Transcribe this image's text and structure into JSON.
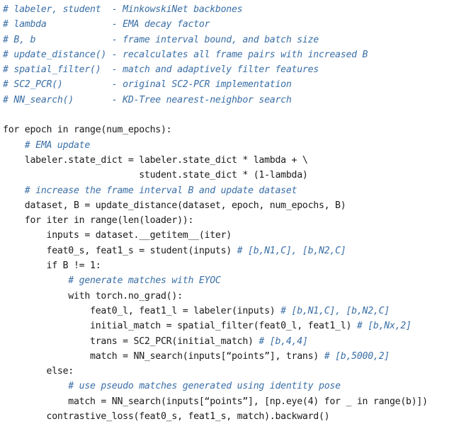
{
  "lines": [
    [
      [
        "c",
        "# labeler, student  - MinkowskiNet backbones"
      ]
    ],
    [
      [
        "c",
        "# lambda            - EMA decay factor"
      ]
    ],
    [
      [
        "c",
        "# B, b              - frame interval bound, and batch size"
      ]
    ],
    [
      [
        "c",
        "# update_distance() - recalculates all frame pairs with increased B"
      ]
    ],
    [
      [
        "c",
        "# spatial_filter()  - match and adaptively filter features"
      ]
    ],
    [
      [
        "c",
        "# SC2_PCR()         - original SC2-PCR implementation"
      ]
    ],
    [
      [
        "c",
        "# NN_search()       - KD-Tree nearest-neighbor search"
      ]
    ],
    [],
    [
      [
        "t",
        "for epoch in range(num_epochs):"
      ]
    ],
    [
      [
        "t",
        "    "
      ],
      [
        "c",
        "# EMA update"
      ]
    ],
    [
      [
        "t",
        "    labeler.state_dict = labeler.state_dict * lambda + \\"
      ]
    ],
    [
      [
        "t",
        "                         student.state_dict * (1-lambda)"
      ]
    ],
    [
      [
        "t",
        "    "
      ],
      [
        "c",
        "# increase the frame interval B and update dataset"
      ]
    ],
    [
      [
        "t",
        "    dataset, B = update_distance(dataset, epoch, num_epochs, B)"
      ]
    ],
    [
      [
        "t",
        "    for iter in range(len(loader)):"
      ]
    ],
    [
      [
        "t",
        "        inputs = dataset.__getitem__(iter)"
      ]
    ],
    [
      [
        "t",
        "        feat0_s, feat1_s = student(inputs) "
      ],
      [
        "c",
        "# [b,N1,C], [b,N2,C]"
      ]
    ],
    [
      [
        "t",
        "        if B != 1:"
      ]
    ],
    [
      [
        "t",
        "            "
      ],
      [
        "c",
        "# generate matches with EYOC"
      ]
    ],
    [
      [
        "t",
        "            with torch.no_grad():"
      ]
    ],
    [
      [
        "t",
        "                feat0_l, feat1_l = labeler(inputs) "
      ],
      [
        "c",
        "# [b,N1,C], [b,N2,C]"
      ]
    ],
    [
      [
        "t",
        "                initial_match = spatial_filter(feat0_l, feat1_l) "
      ],
      [
        "c",
        "# [b,Nx,2]"
      ]
    ],
    [
      [
        "t",
        "                trans = SC2_PCR(initial_match) "
      ],
      [
        "c",
        "# [b,4,4]"
      ]
    ],
    [
      [
        "t",
        "                match = NN_search(inputs[“points”], trans) "
      ],
      [
        "c",
        "# [b,5000,2]"
      ]
    ],
    [
      [
        "t",
        "        else:"
      ]
    ],
    [
      [
        "t",
        "            "
      ],
      [
        "c",
        "# use pseudo matches generated using identity pose"
      ]
    ],
    [
      [
        "t",
        "            match = NN_search(inputs[“points”], [np.eye(4) for _ in range(b)])"
      ]
    ],
    [
      [
        "t",
        "        contrastive_loss(feat0_s, feat1_s, match).backward()"
      ]
    ]
  ]
}
